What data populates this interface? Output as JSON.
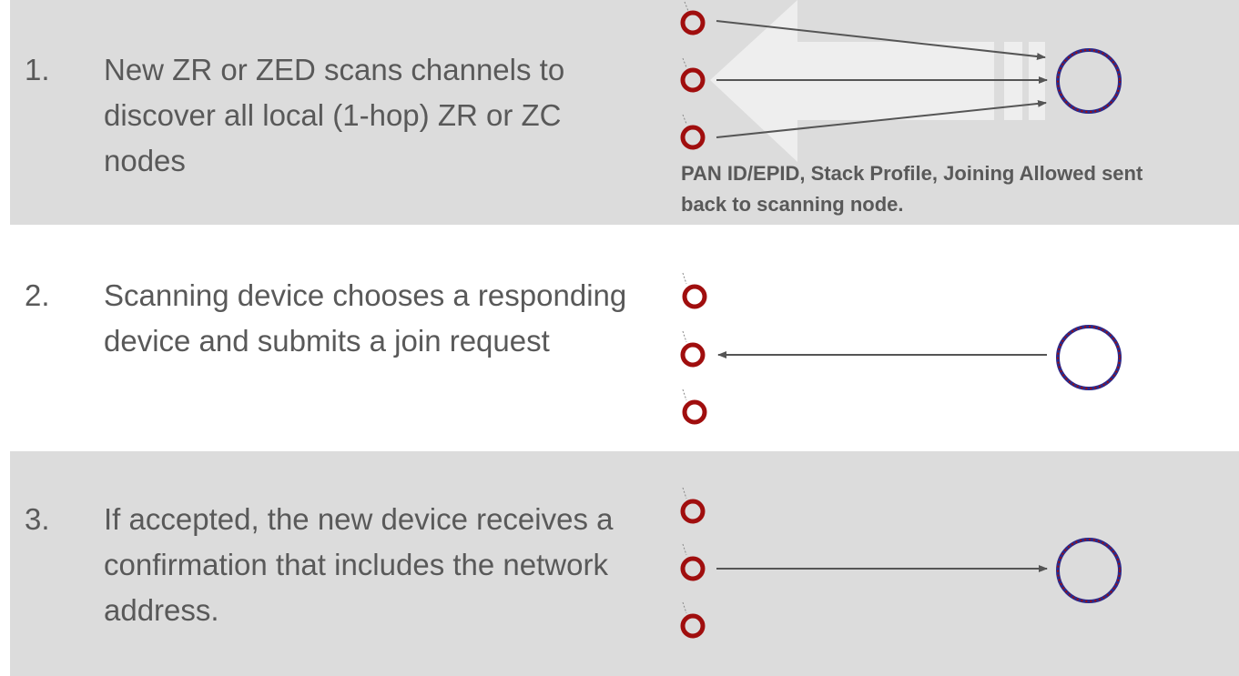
{
  "steps": [
    {
      "number": "1.",
      "text": "New ZR or ZED scans channels to discover all local (1-hop) ZR or ZC nodes"
    },
    {
      "number": "2.",
      "text": "Scanning device chooses a responding device and submits a join request"
    },
    {
      "number": "3.",
      "text": "If accepted, the new device receives a confirmation that includes the network address."
    }
  ],
  "caption": "PAN ID/EPID, Stack Profile, Joining Allowed sent back to scanning node.",
  "colors": {
    "band_gray": "#dcdcdc",
    "text": "#595959",
    "node_red": "#a00e0e",
    "coordinator_ring": "#2a2a8c",
    "arrow": "#555555",
    "big_arrow": "#eeeeee"
  }
}
